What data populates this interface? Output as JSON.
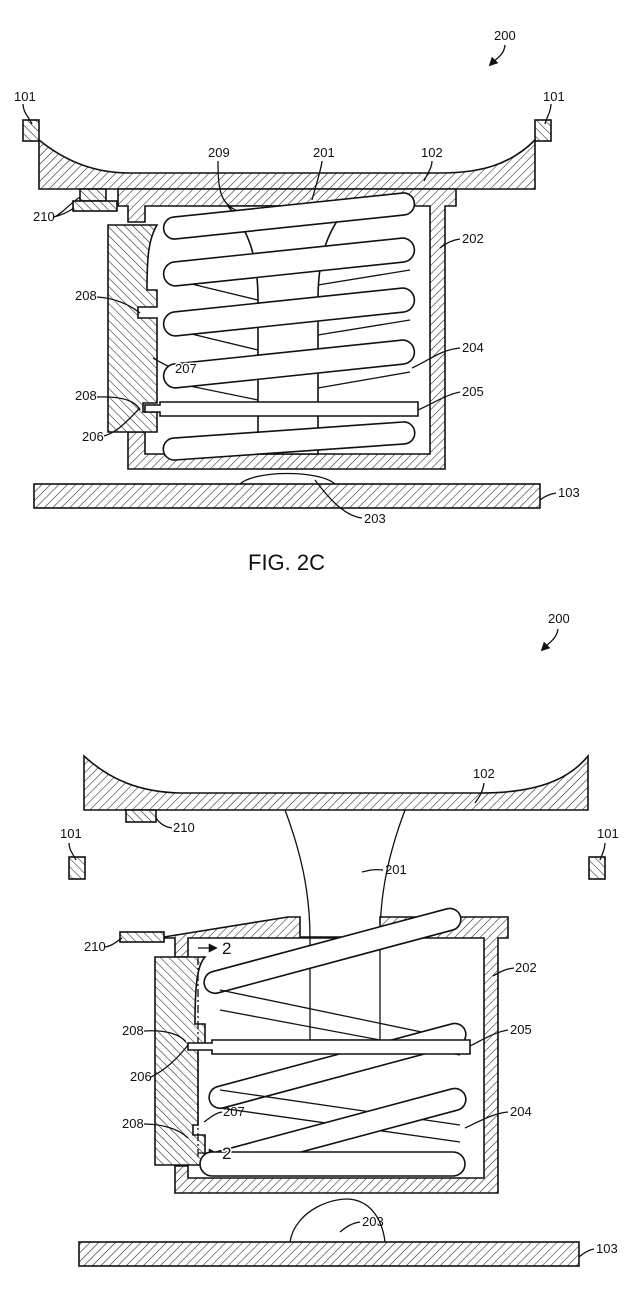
{
  "figures": [
    {
      "caption": "FIG. 2C",
      "labels": {
        "assembly": "200",
        "sensor_left": "101",
        "sensor_right": "101",
        "cover": "102",
        "shaft": "201",
        "housing": "202",
        "dome": "203",
        "spring": "204",
        "plate": "205",
        "contact": "206",
        "latch": "207",
        "notch_upper": "208",
        "notch_lower": "208",
        "fillet": "209",
        "tab": "210",
        "base": "103"
      }
    },
    {
      "caption": "",
      "labels": {
        "assembly": "200",
        "sensor_left": "101",
        "sensor_right": "101",
        "cover": "102",
        "shaft": "201",
        "housing": "202",
        "dome": "203",
        "spring": "204",
        "plate": "205",
        "contact": "206",
        "latch": "207",
        "notch_upper": "208",
        "notch_lower": "208",
        "tab_top": "210",
        "tab_side": "210",
        "section_top": "2",
        "section_bottom": "2",
        "base": "103"
      }
    }
  ]
}
